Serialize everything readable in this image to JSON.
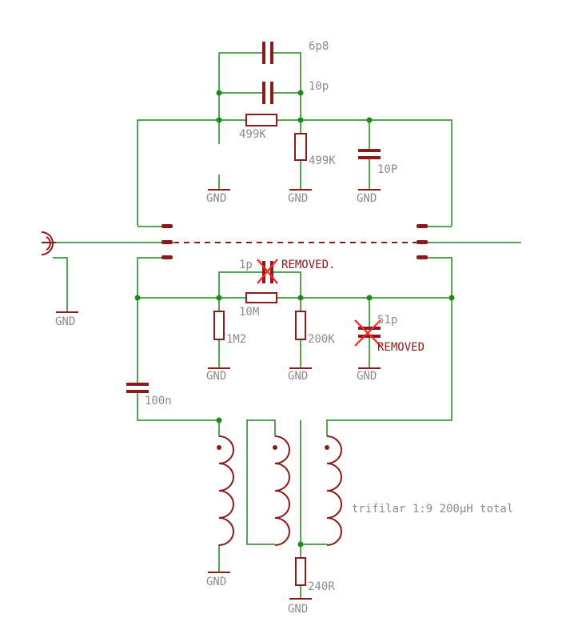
{
  "labels": {
    "c_6p8": "6p8",
    "c_10p_top": "10p",
    "r_499k_h": "499K",
    "r_499k_v": "499K",
    "c_10P_right": "10P",
    "gnd": "GND",
    "c_1p": "1p",
    "removed_top": "REMOVED.",
    "r_10M": "10M",
    "r_1M2": "1M2",
    "r_200K": "200K",
    "c_51p": "51p",
    "removed_bottom": "REMOVED",
    "c_100n": "100n",
    "transformer_note": "trifilar 1:9 200µH total",
    "r_240R": "240R"
  },
  "colors": {
    "wire": "#1a8a1a",
    "component": "#8b1a1a",
    "label": "#8a8a8a",
    "removed_mark": "#ff2020"
  }
}
